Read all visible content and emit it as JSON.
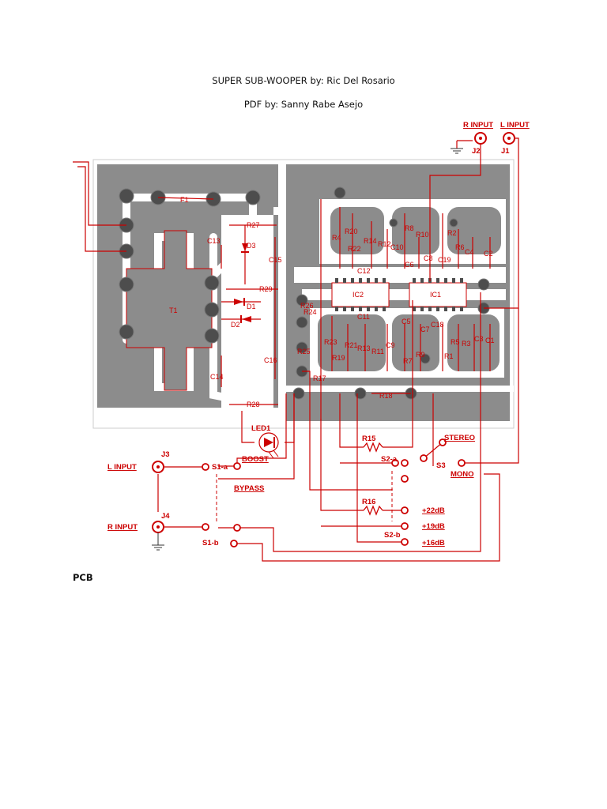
{
  "document": {
    "title": "SUPER SUB-WOOPER by: Ric Del Rosario",
    "subtitle": "PDF by: Sanny Rabe Asejo",
    "caption": "PCB"
  },
  "colors": {
    "board": "#8c8c8c",
    "trace": "#cc0000",
    "pad": "#4d4d4d",
    "background": "#ffffff"
  },
  "schematic": {
    "connectors": {
      "r_input_top": "R INPUT",
      "l_input_top": "L INPUT",
      "j1": "J1",
      "j2": "J2",
      "j3": "J3",
      "j4": "J4",
      "l_input_bottom": "L INPUT",
      "r_input_bottom": "R INPUT"
    },
    "switches": {
      "s1a": "S1-a",
      "s1b": "S1-b",
      "boost": "BOOST",
      "bypass": "BYPASS",
      "s2a": "S2-a",
      "s2b": "S2-b",
      "s3": "S3",
      "stereo": "STEREO",
      "mono": "MONO",
      "db22": "+22dB",
      "db19": "+19dB",
      "db16": "+16dB"
    },
    "board_parts": {
      "f1": "F1",
      "t1": "T1",
      "r27": "R27",
      "d3": "D3",
      "c13": "C13",
      "c15": "C15",
      "r29": "R29",
      "d1": "D1",
      "d2": "D2",
      "c16": "C16",
      "c14": "C14",
      "r28": "R28",
      "led1": "LED1",
      "r15": "R15",
      "r16": "R16",
      "ic1": "IC1",
      "ic2": "IC2",
      "r1": "R1",
      "r2": "R2",
      "r3": "R3",
      "r4": "R4",
      "r5": "R5",
      "r6": "R6",
      "r7": "R7",
      "r8": "R8",
      "r9": "R9",
      "r10": "R10",
      "r11": "R11",
      "r12": "R12",
      "r13": "R13",
      "r14": "R14",
      "r17": "R17",
      "r18": "R18",
      "r19": "R19",
      "r20": "R20",
      "r21": "R21",
      "r22": "R22",
      "r23": "R23",
      "r24": "R24",
      "r25": "R25",
      "r26": "R26",
      "c1": "C1",
      "c2": "C2",
      "c3": "C3",
      "c4": "C4",
      "c5": "C5",
      "c6": "C6",
      "c7": "C7",
      "c8": "C8",
      "c9": "C9",
      "c10": "C10",
      "c11": "C11",
      "c12": "C12",
      "c18": "C18",
      "c19": "C19"
    }
  }
}
